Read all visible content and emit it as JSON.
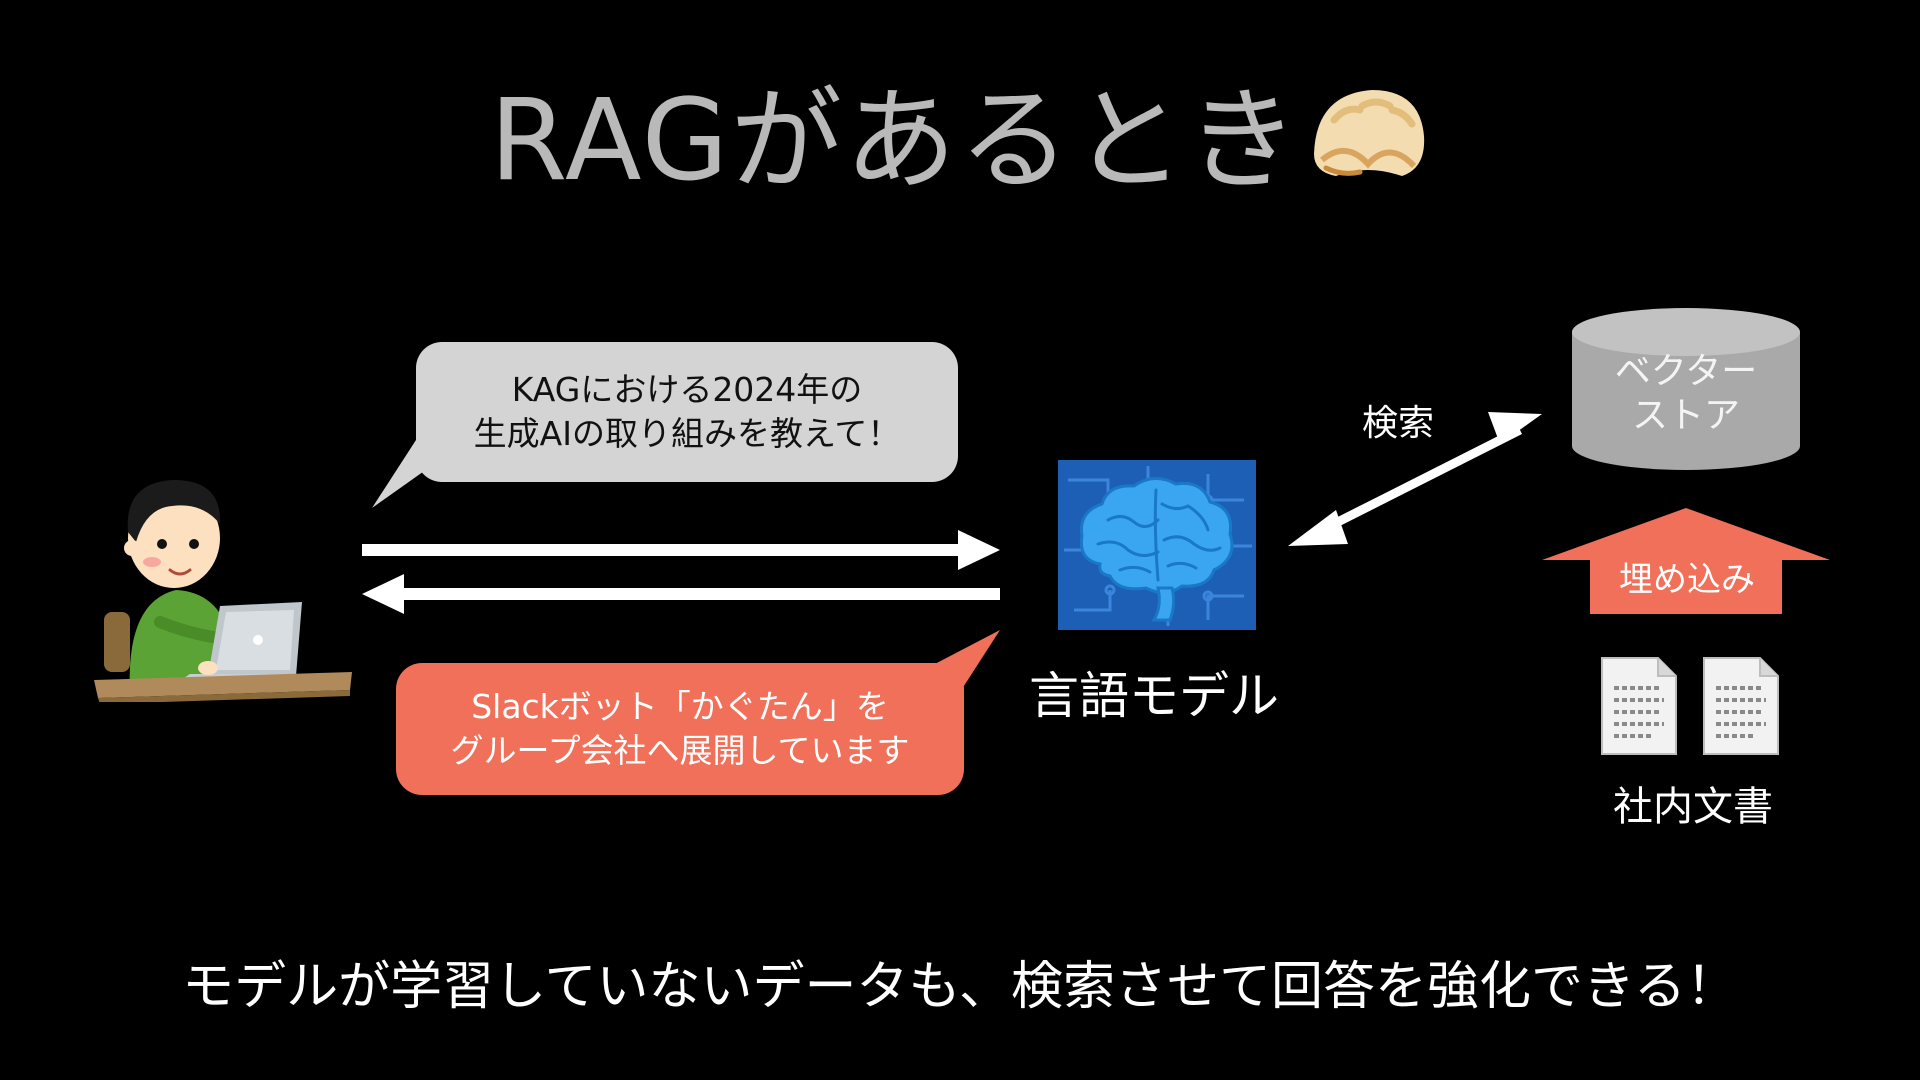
{
  "title": "RAGがあるとき",
  "question_bubble": {
    "line1": "KAGにおける2024年の",
    "line2": "生成AIの取り組みを教えて！"
  },
  "answer_bubble": {
    "line1": "Slackボット「かぐたん」を",
    "line2": "グループ会社へ展開しています"
  },
  "llm_label": "言語モデル",
  "search_label": "検索",
  "vector_store": {
    "line1": "ベクター",
    "line2": "ストア"
  },
  "embed_label": "埋め込み",
  "docs_label": "社内文書",
  "caption": "モデルが学習していないデータも、検索させて回答を強化できる！",
  "colors": {
    "background": "#000000",
    "title": "#b9b9b9",
    "question_bubble": "#d4d4d4",
    "answer_bubble": "#f07059",
    "vector_store": "#a9a9a9",
    "embed_arrow": "#f07059",
    "brain_bg": "#1d5fb4"
  },
  "icons": [
    "user-at-laptop-icon",
    "brain-chip-icon",
    "database-icon",
    "document-icon",
    "gyoza-icon"
  ]
}
